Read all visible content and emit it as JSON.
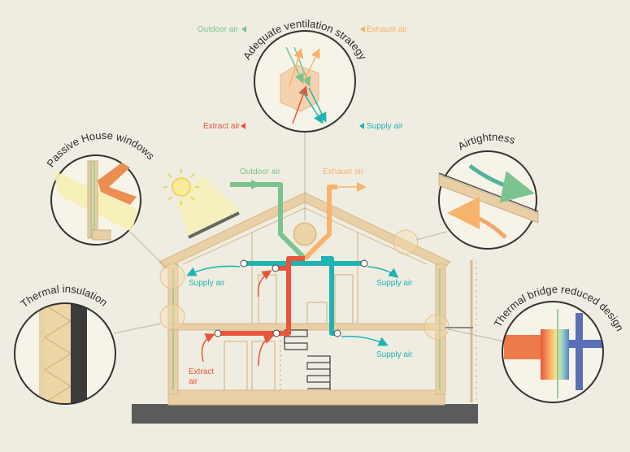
{
  "title_labels": {
    "ventilation": "Adequate ventilation strategy",
    "windows": "Passive House windows",
    "airtightness": "Airtightness",
    "insulation": "Thermal insulation",
    "thermal_bridge": "Thermal bridge reduced design"
  },
  "air_labels": {
    "outdoor": "Outdoor air",
    "exhaust": "Exhaust air",
    "extract": "Extract air",
    "supply": "Supply air",
    "extract_line1": "Extract",
    "extract_line2": "air"
  },
  "colors": {
    "background": "#efede1",
    "outdoor_air": "#7cc38f",
    "exhaust_air": "#f7b36b",
    "extract_air": "#e8553a",
    "supply_air": "#1fb3b3",
    "wood": "#e8cfa5",
    "ground": "#5b5b5b"
  }
}
